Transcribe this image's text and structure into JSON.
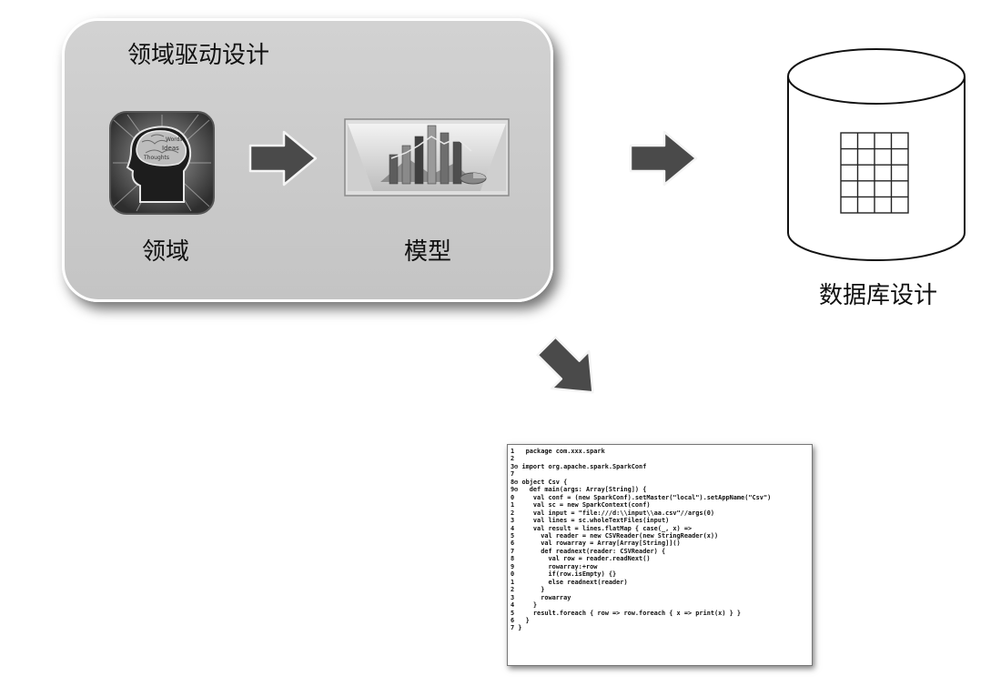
{
  "ddd": {
    "title": "领域驱动设计",
    "domain_label": "领域",
    "model_label": "模型"
  },
  "database": {
    "label": "数据库设计"
  },
  "brain_words": [
    "Words",
    "Ideas",
    "Thoughts"
  ],
  "code": {
    "lines": [
      "1   package com.xxx.spark",
      "2",
      "3⊖ import org.apache.spark.SparkConf",
      "7",
      "8⊖ object Csv {",
      "9⊖   def main(args: Array[String]) {",
      "0     val conf = (new SparkConf).setMaster(\"local\").setAppName(\"Csv\")",
      "1     val sc = new SparkContext(conf)",
      "2     val input = \"file:///d:\\\\input\\\\aa.csv\"//args(0)",
      "3     val lines = sc.wholeTextFiles(input)",
      "4     val result = lines.flatMap { case(_, x) =>",
      "5       val reader = new CSVReader(new StringReader(x))",
      "6       val rowarray = Array[Array[String]]()",
      "7       def readnext(reader: CSVReader) {",
      "8         val row = reader.readNext()",
      "9         rowarray:+row",
      "0         if(row.isEmpty) {}",
      "1         else readnext(reader)",
      "2       }",
      "3       rowarray",
      "4     }",
      "5     result.foreach { row => row.foreach { x => print(x) } }",
      "6   }",
      "7 }"
    ]
  }
}
